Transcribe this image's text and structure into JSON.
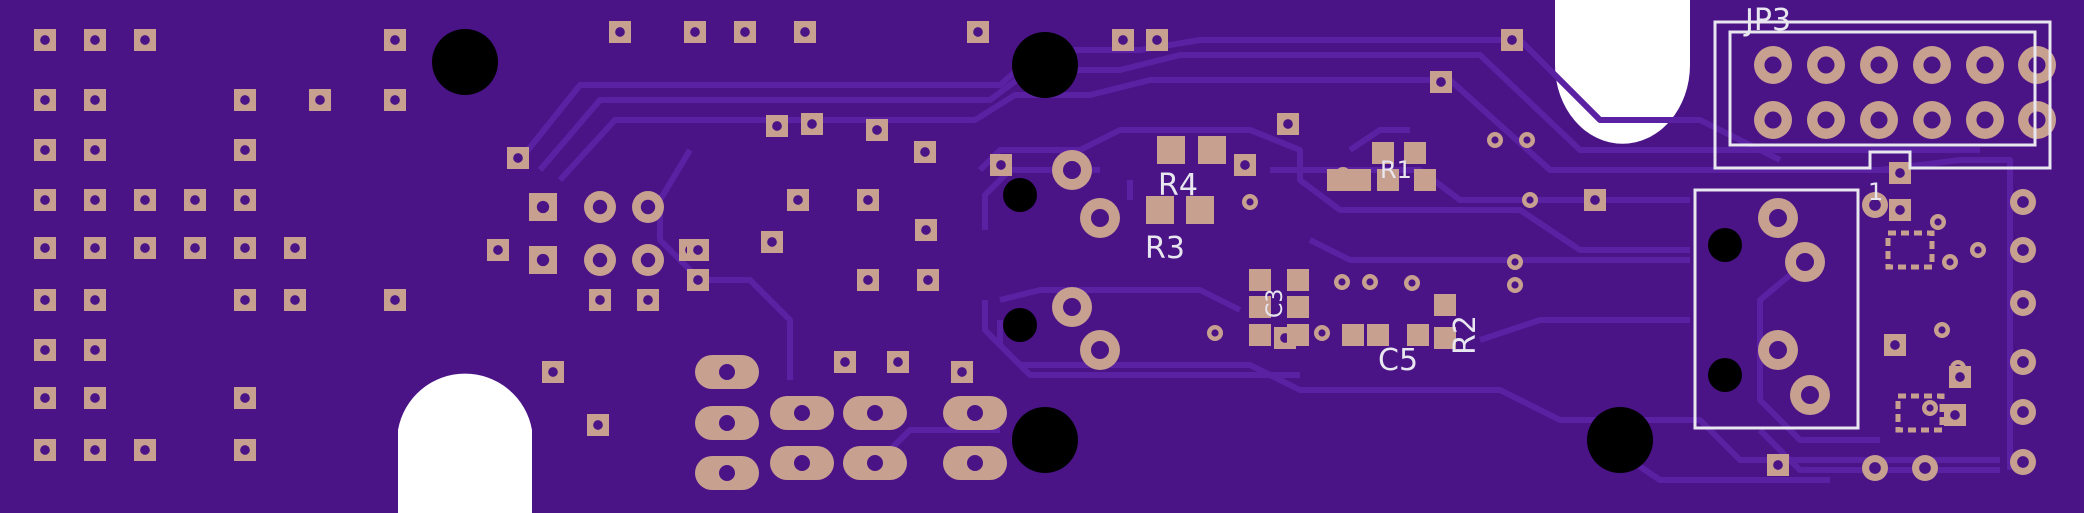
{
  "board": {
    "colors": {
      "mask": "#4a1486",
      "trace": "#5a21a3",
      "pad": "#c8a090",
      "hole": "#000000",
      "silkscreen": "#e8e6ef",
      "background": "#ffffff"
    },
    "labels": {
      "jp3": "JP3",
      "r4": "R4",
      "r3": "R3",
      "c5": "C5",
      "r2": "R2",
      "r1_partial": "R1",
      "c3_partial": "C3",
      "d_partial": "1"
    }
  }
}
